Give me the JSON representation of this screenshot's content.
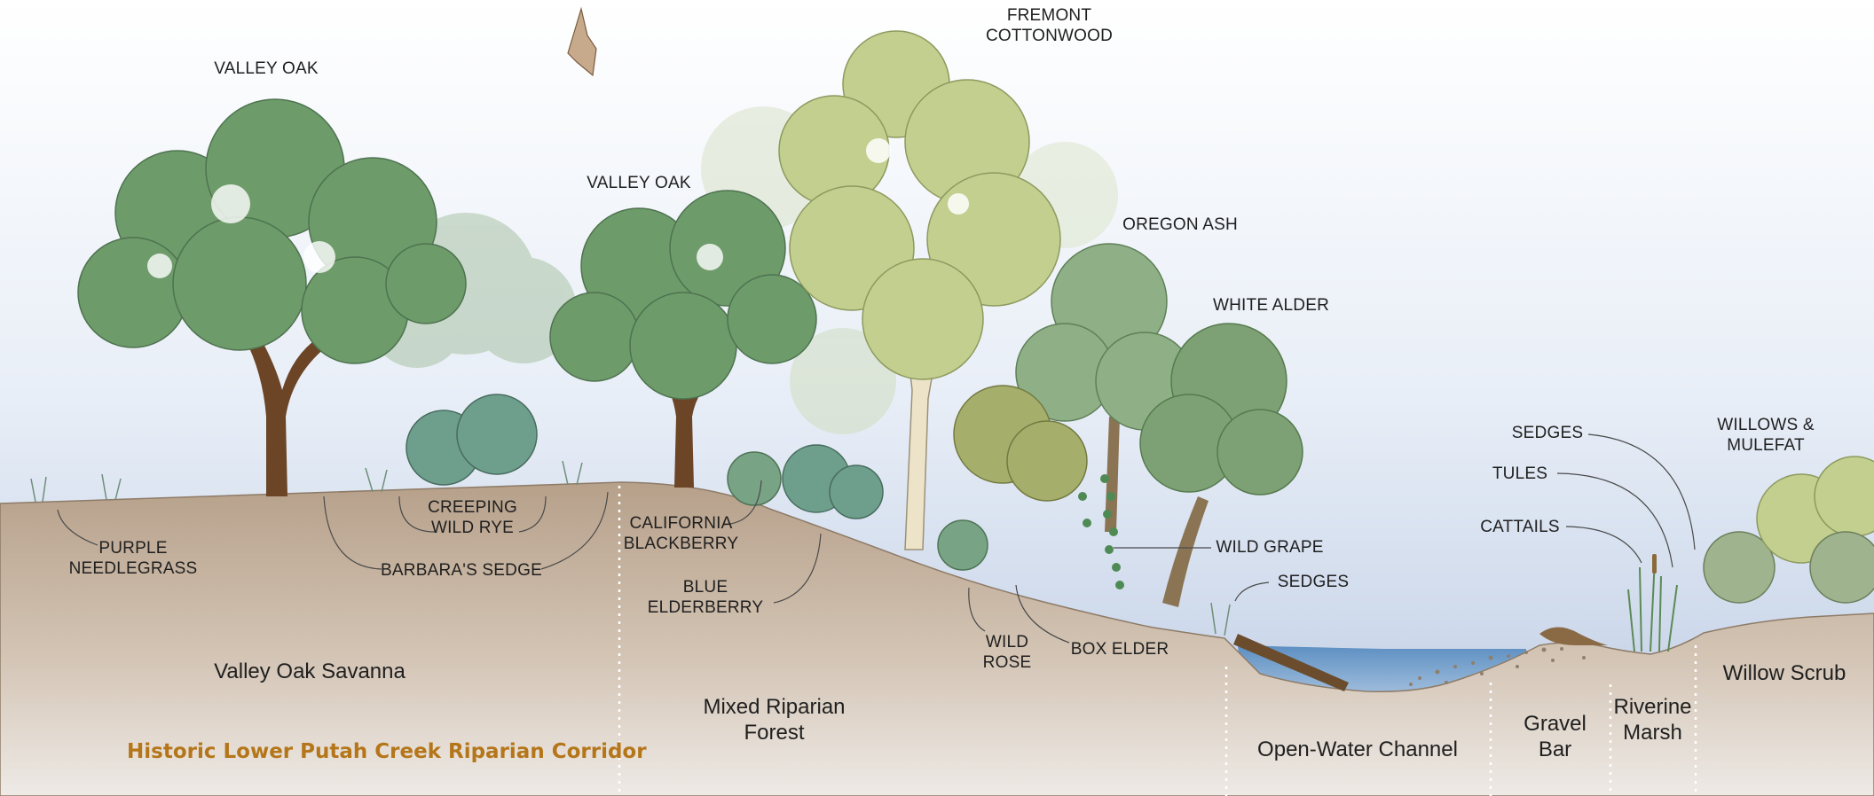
{
  "title": "Historic Lower Putah Creek Riparian Corridor",
  "species_labels": {
    "valley_oak_left": "VALLEY OAK",
    "valley_oak_center": "VALLEY OAK",
    "fremont_cottonwood": "FREMONT\nCOTTONWOOD",
    "oregon_ash": "OREGON ASH",
    "white_alder": "WHITE ALDER",
    "purple_needlegrass": "PURPLE\nNEEDLEGRASS",
    "creeping_wild_rye": "CREEPING\nWILD RYE",
    "barbaras_sedge": "BARBARA'S SEDGE",
    "california_blackberry": "CALIFORNIA\nBLACKBERRY",
    "blue_elderberry": "BLUE\nELDERBERRY",
    "wild_rose": "WILD\nROSE",
    "box_elder": "BOX ELDER",
    "wild_grape": "WILD GRAPE",
    "sedges_channel": "SEDGES",
    "sedges_marsh": "SEDGES",
    "tules": "TULES",
    "cattails": "CATTAILS",
    "willows_mulefat": "WILLOWS &\nMULEFAT"
  },
  "zones": {
    "valley_oak_savanna": "Valley Oak Savanna",
    "mixed_riparian_forest": "Mixed Riparian\nForest",
    "open_water_channel": "Open-Water Channel",
    "gravel_bar": "Gravel\nBar",
    "riverine_marsh": "Riverine\nMarsh",
    "willow_scrub": "Willow Scrub"
  },
  "colors": {
    "sky_top": "#ffffff",
    "sky_bottom": "#c5d3e9",
    "soil_top": "#b7a088",
    "soil_bottom": "#e6ddd3",
    "water": "#6f9fcc",
    "oak_green": "#6e9b6a",
    "cottonwood_green": "#c3cf8f",
    "title_color": "#b5761a",
    "trunk_brown": "#6b4526"
  }
}
